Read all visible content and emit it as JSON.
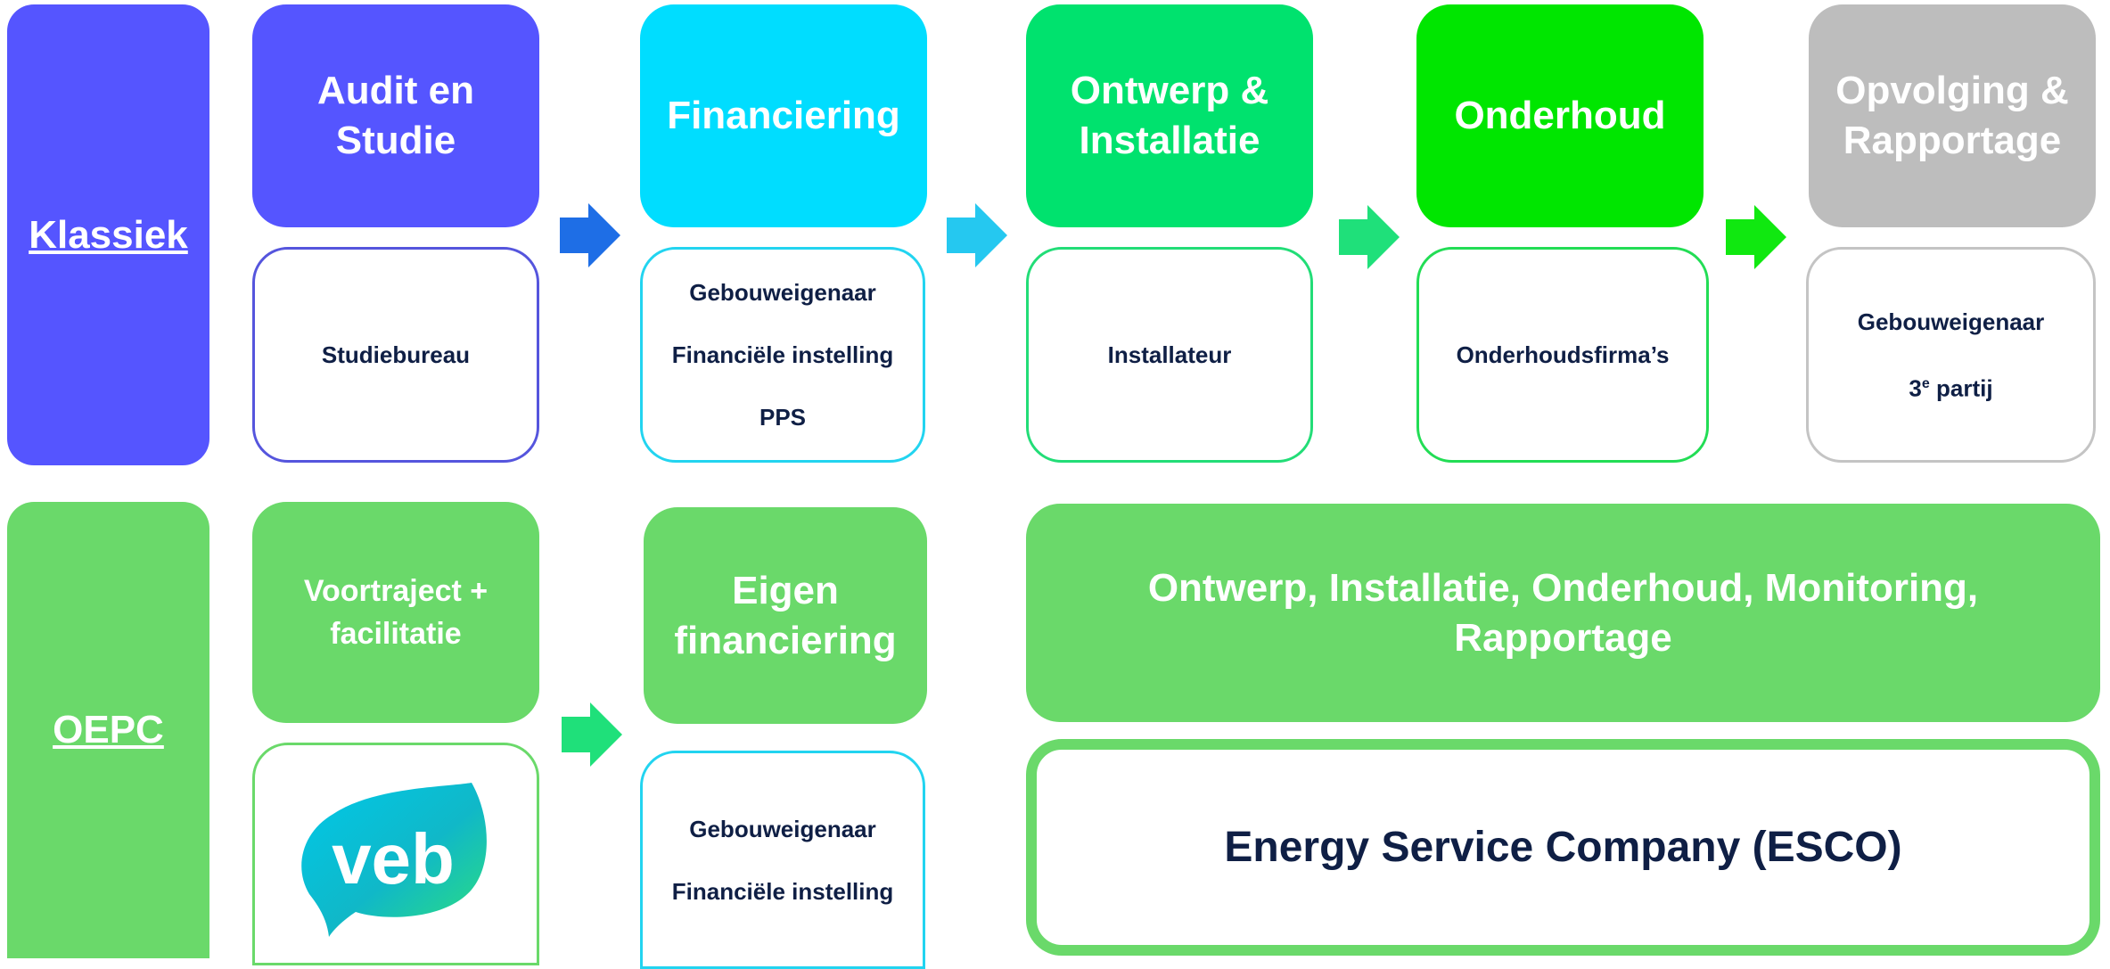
{
  "colors": {
    "violet": "#5555ff",
    "cyan": "#00ddff",
    "green_mid": "#00e26e",
    "green_bright": "#00e600",
    "gray": "#bdbdbd",
    "oepc_green": "#6ad96a",
    "arrow_blue": "#1e6ee6",
    "arrow_cyan": "#25c8f0",
    "arrow_green": "#1fe07a",
    "arrow_bright": "#10e810",
    "text_dark": "#0f1f45"
  },
  "klassiek": {
    "label": "Klassiek",
    "stages": [
      {
        "title": [
          "Audit en",
          "Studie"
        ],
        "actors": [
          "Studiebureau"
        ]
      },
      {
        "title": [
          "Financiering"
        ],
        "actors": [
          "Gebouweigenaar",
          "Financiële instelling",
          "PPS"
        ]
      },
      {
        "title": [
          "Ontwerp &",
          "Installatie"
        ],
        "actors": [
          "Installateur"
        ]
      },
      {
        "title": [
          "Onderhoud"
        ],
        "actors": [
          "Onderhoudsfirma’s"
        ]
      },
      {
        "title": [
          "Opvolging &",
          "Rapportage"
        ],
        "actors": [
          "Gebouweigenaar",
          "3",
          "e",
          " partij"
        ]
      }
    ]
  },
  "oepc": {
    "label": "OEPC",
    "stages": [
      {
        "title": [
          "Voortraject +",
          "facilitatie"
        ],
        "logo_text": "veb",
        "logo": "veb-logo"
      },
      {
        "title": [
          "Eigen",
          "financiering"
        ],
        "actors": [
          "Gebouweigenaar",
          "Financiële instelling"
        ]
      },
      {
        "title": [
          "Ontwerp, Installatie, Onderhoud, Monitoring,",
          "Rapportage"
        ],
        "actors": [
          "Energy Service Company (ESCO)"
        ]
      }
    ]
  }
}
